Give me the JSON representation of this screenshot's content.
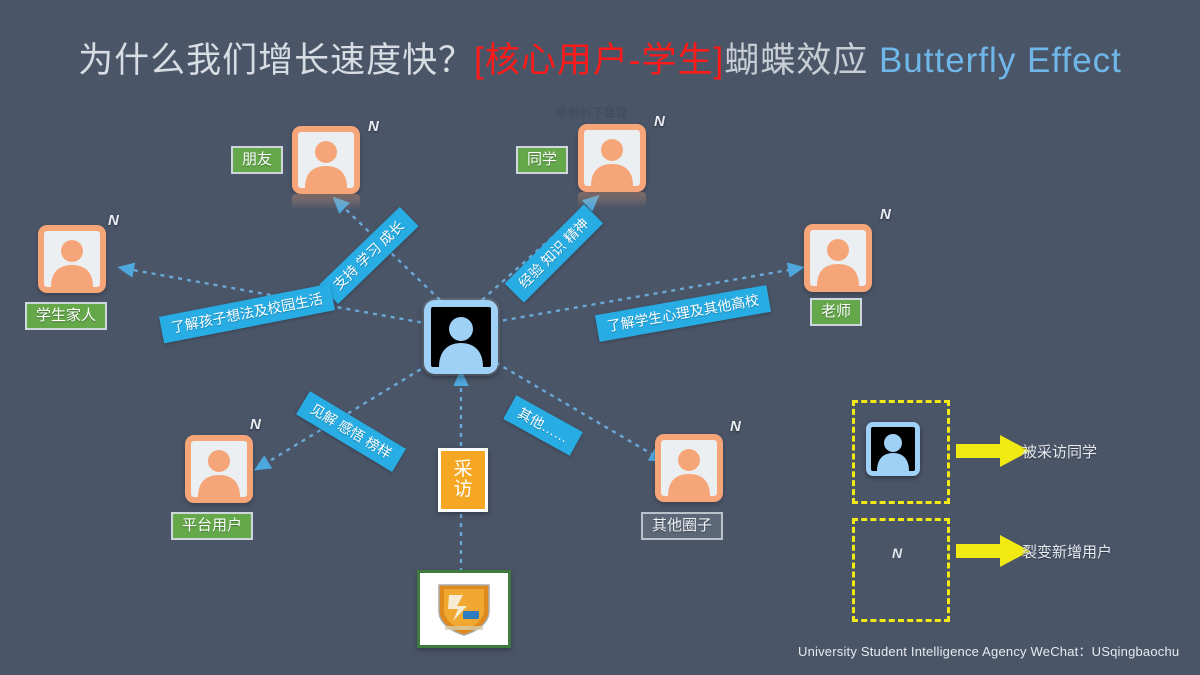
{
  "slide": {
    "title": {
      "part1": "为什么我们增长速度快？",
      "bracket": "[核心用户-学生]",
      "part2": "蝴蝶效应",
      "english": "Butterfly Effect"
    },
    "watermark": "梧桐树下整理",
    "footer": "University Student Intelligence Agency WeChat：USqingbaochu",
    "background_color": "#4a5568",
    "accent_blue": "#27ade4",
    "accent_green": "#64a84a",
    "accent_yellow": "#f2ea13",
    "accent_orange": "#f5a578"
  },
  "center": {
    "icon": "person-icon",
    "description": "被采访同学"
  },
  "interview": {
    "label_line1": "采",
    "label_line2": "访"
  },
  "logo": {
    "name": "大学生情报处-logo"
  },
  "nodes": [
    {
      "id": "friend",
      "label": "朋友",
      "badge": "N",
      "tag_style": "green"
    },
    {
      "id": "classmate",
      "label": "同学",
      "badge": "N",
      "tag_style": "green"
    },
    {
      "id": "family",
      "label": "学生家人",
      "badge": "N",
      "tag_style": "green"
    },
    {
      "id": "teacher",
      "label": "老师",
      "badge": "N",
      "tag_style": "green"
    },
    {
      "id": "platform",
      "label": "平台用户",
      "badge": "N",
      "tag_style": "green"
    },
    {
      "id": "other-circle",
      "label": "其他圈子",
      "badge": "N",
      "tag_style": "gray"
    }
  ],
  "ribbons": [
    {
      "id": "to-friend",
      "text": "支持 学习 成长"
    },
    {
      "id": "to-classmate",
      "text": "经验 知识 精神"
    },
    {
      "id": "to-family",
      "text": "了解孩子想法及校园生活"
    },
    {
      "id": "to-teacher",
      "text": "了解学生心理及其他高校"
    },
    {
      "id": "to-platform",
      "text": "见解 感悟 榜样"
    },
    {
      "id": "to-other-circle",
      "text": "其他……"
    }
  ],
  "legend": [
    {
      "id": "interviewed-student",
      "icon": "person-icon",
      "text": "被采访同学"
    },
    {
      "id": "new-fission-user",
      "icon": "N",
      "text": "裂变新增用户"
    }
  ]
}
